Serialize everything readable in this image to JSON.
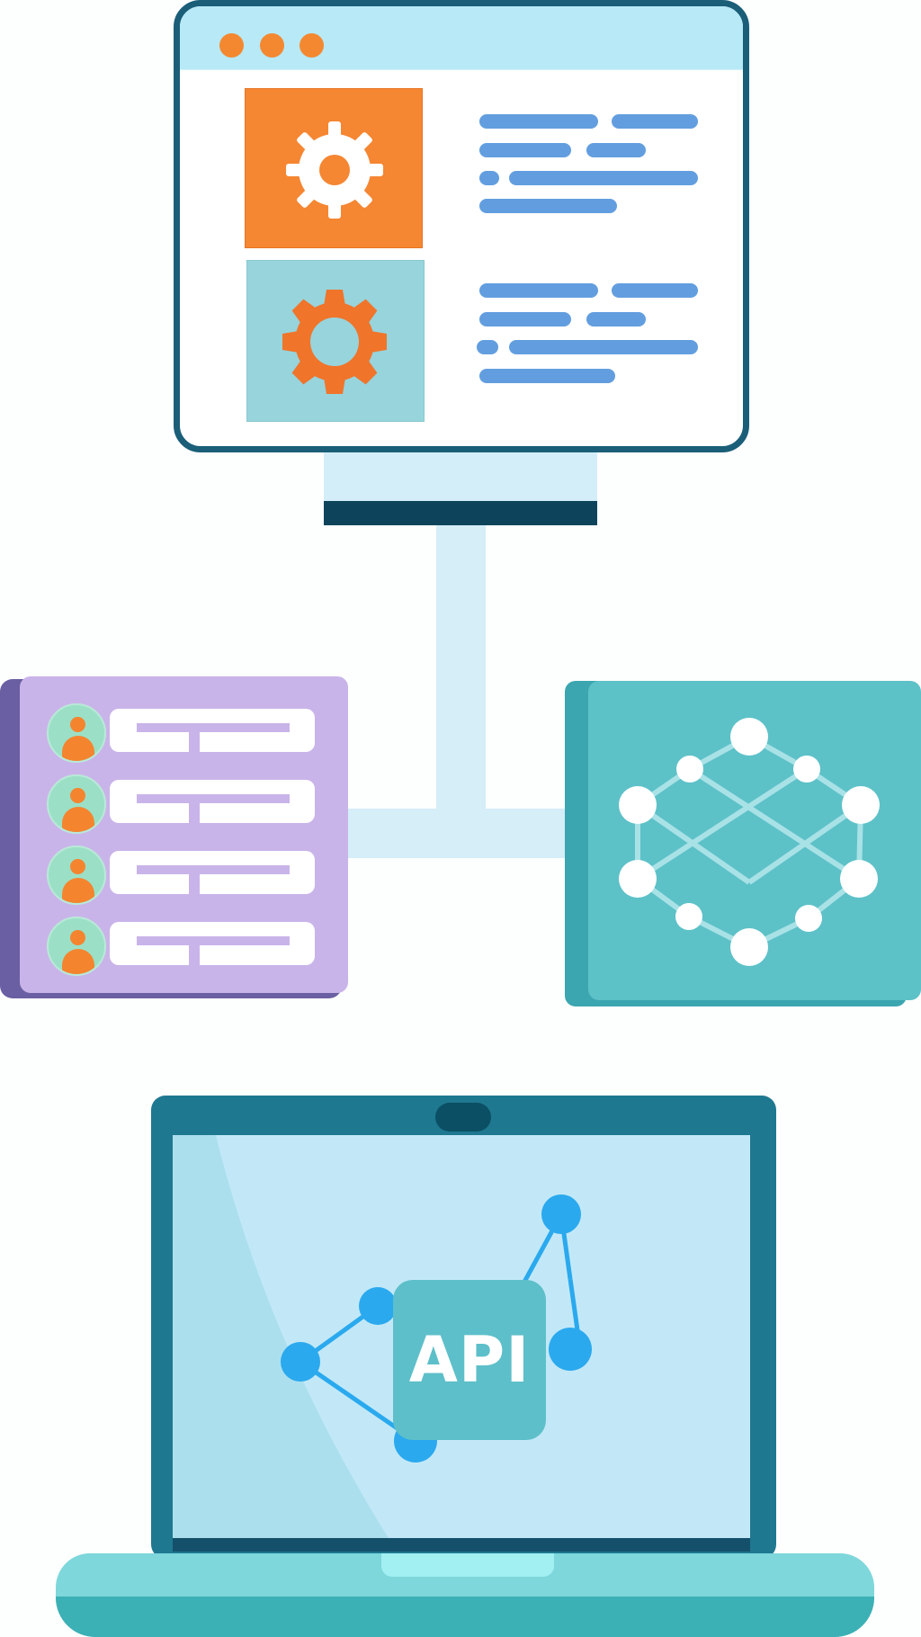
{
  "illustration": {
    "monitor": {
      "window_dots": [
        "dot",
        "dot",
        "dot"
      ],
      "cards": [
        {
          "icon": "gear-icon",
          "color": "#f58632",
          "icon_color": "#ffffff"
        },
        {
          "icon": "gear-icon",
          "color": "#97d4dc",
          "icon_color": "#f0742a"
        }
      ],
      "text_line_color": "#629edf"
    },
    "users_panel": {
      "rows": [
        {
          "icon": "user-avatar-icon"
        },
        {
          "icon": "user-avatar-icon"
        },
        {
          "icon": "user-avatar-icon"
        },
        {
          "icon": "user-avatar-icon"
        }
      ],
      "color": "#c9b4e9"
    },
    "network_panel": {
      "icon": "network-graph-icon",
      "color": "#5dc1c8"
    },
    "laptop": {
      "api_label": "API",
      "screen_color": "#c2e8f7",
      "node_color": "#2aa9ee"
    }
  }
}
